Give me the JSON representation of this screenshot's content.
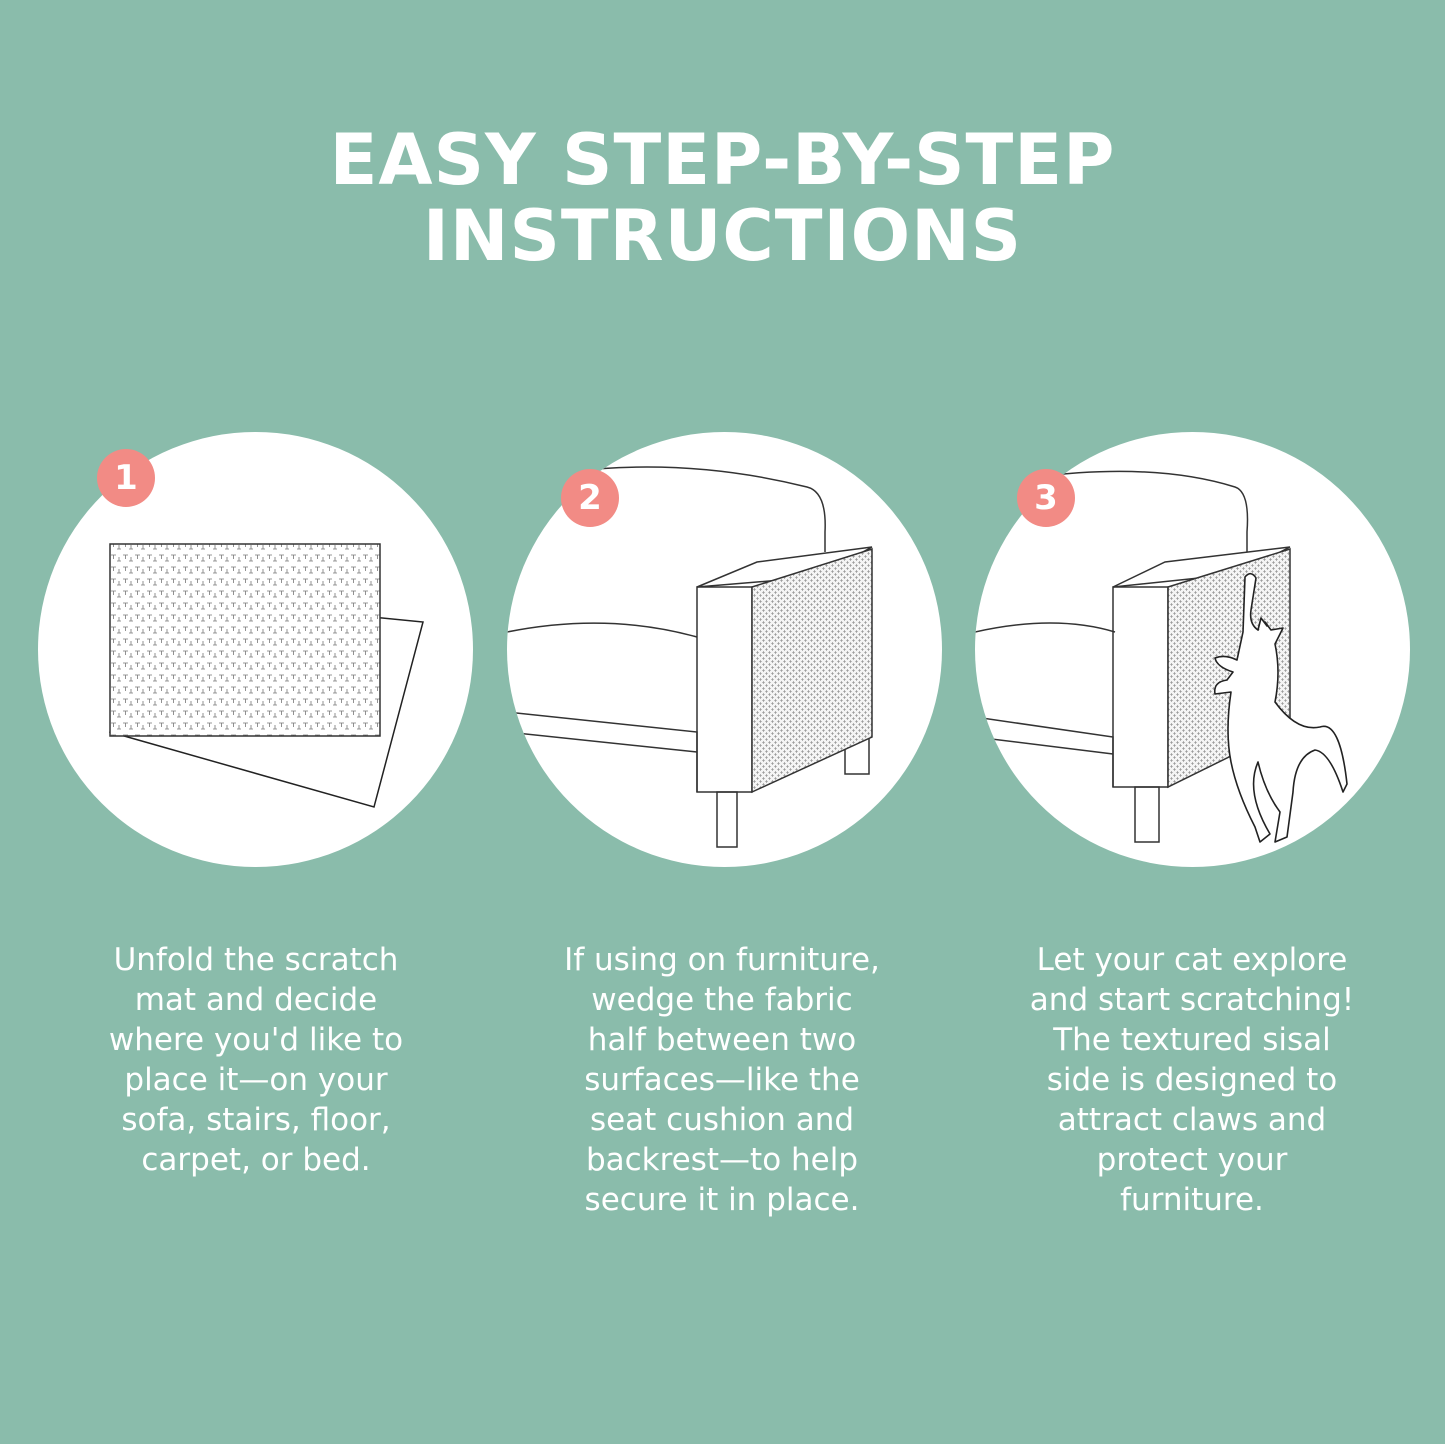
{
  "title": {
    "line1": "EASY STEP-BY-STEP",
    "line2": "INSTRUCTIONS"
  },
  "colors": {
    "background": "#8abcab",
    "badge": "#f28b85",
    "text": "#ffffff",
    "circle": "#ffffff"
  },
  "steps": [
    {
      "number": "1",
      "illustration": "unfolded-scratch-mat",
      "lines": [
        "Unfold the scratch",
        "mat and decide",
        "where you'd like to",
        "place it—on your",
        "sofa, stairs, floor,",
        "carpet, or bed."
      ]
    },
    {
      "number": "2",
      "illustration": "sofa-arm-with-mat",
      "lines": [
        "If using on furniture,",
        "wedge the fabric",
        "half between two",
        "surfaces—like the",
        "seat cushion and",
        "backrest—to help",
        "secure it in place."
      ]
    },
    {
      "number": "3",
      "illustration": "cat-scratching-sofa-arm",
      "lines": [
        "Let your cat explore",
        "and start scratching!",
        "The textured sisal",
        "side is designed to",
        "attract claws and",
        "protect your",
        "furniture."
      ]
    }
  ]
}
